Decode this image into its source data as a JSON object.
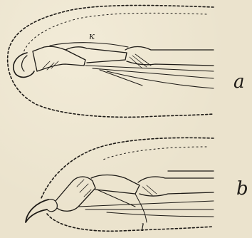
{
  "figure": {
    "panels": [
      {
        "label": "a"
      },
      {
        "label": "b"
      }
    ],
    "annotations": {
      "k": "к",
      "l": "l"
    }
  }
}
